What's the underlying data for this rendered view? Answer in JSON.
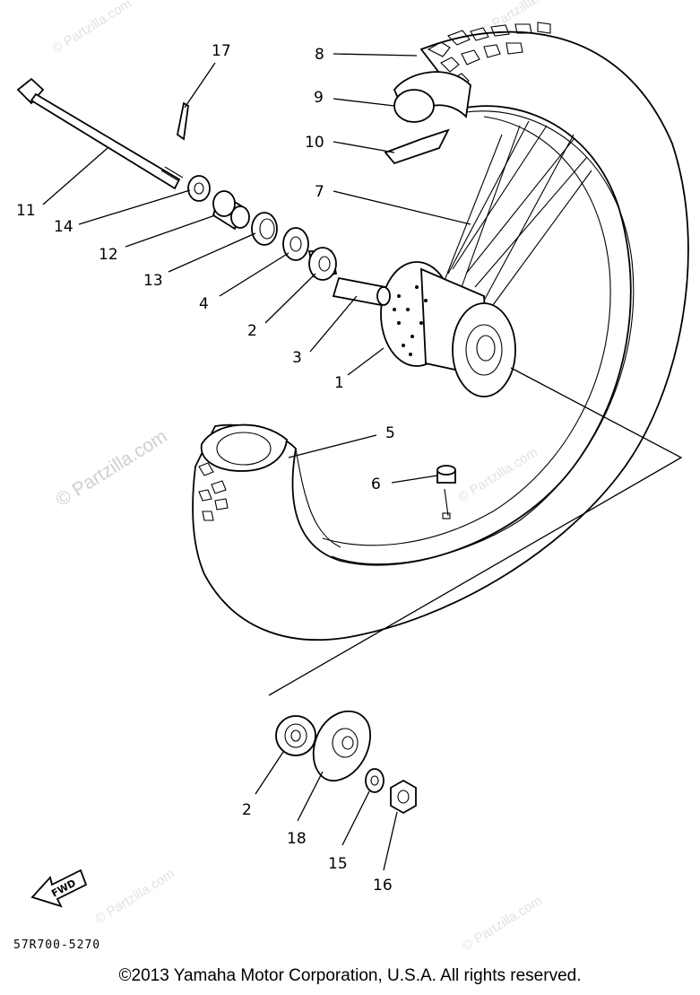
{
  "diagram": {
    "labels": [
      {
        "id": "label-17",
        "text": "17"
      },
      {
        "id": "label-8",
        "text": "8"
      },
      {
        "id": "label-9",
        "text": "9"
      },
      {
        "id": "label-10",
        "text": "10"
      },
      {
        "id": "label-11",
        "text": "11"
      },
      {
        "id": "label-7",
        "text": "7"
      },
      {
        "id": "label-14",
        "text": "14"
      },
      {
        "id": "label-12",
        "text": "12"
      },
      {
        "id": "label-13",
        "text": "13"
      },
      {
        "id": "label-4",
        "text": "4"
      },
      {
        "id": "label-2a",
        "text": "2"
      },
      {
        "id": "label-3",
        "text": "3"
      },
      {
        "id": "label-1",
        "text": "1"
      },
      {
        "id": "label-5",
        "text": "5"
      },
      {
        "id": "label-6",
        "text": "6"
      },
      {
        "id": "label-2b",
        "text": "2"
      },
      {
        "id": "label-18",
        "text": "18"
      },
      {
        "id": "label-15",
        "text": "15"
      },
      {
        "id": "label-16",
        "text": "16"
      }
    ],
    "fwd_label": "FWD",
    "part_number": "57R700-5270",
    "watermark_text": "© Partzilla.com",
    "copyright": "©2013  Yamaha Motor Corporation, U.S.A. All rights reserved."
  }
}
